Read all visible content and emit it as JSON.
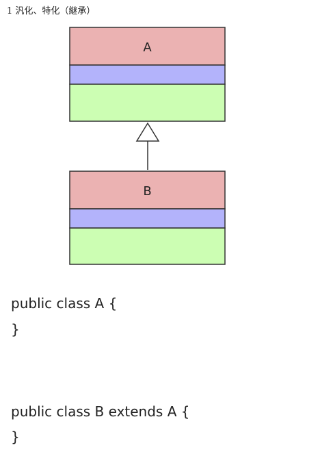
{
  "heading": "1 汎化、特化（継承）",
  "diagram": {
    "class_a": {
      "name": "A",
      "colors": {
        "name_section": "#ebb2b2",
        "attributes_section": "#b3b3fb",
        "operations_section": "#ccfeb3"
      }
    },
    "class_b": {
      "name": "B",
      "colors": {
        "name_section": "#ebb2b2",
        "attributes_section": "#b3b3fb",
        "operations_section": "#ccfeb3"
      }
    },
    "relationship": "generalization"
  },
  "code": {
    "class_a_declaration": "public class A {",
    "class_a_close": "}",
    "class_b_declaration": "public class B extends A {",
    "class_b_close": "}"
  }
}
